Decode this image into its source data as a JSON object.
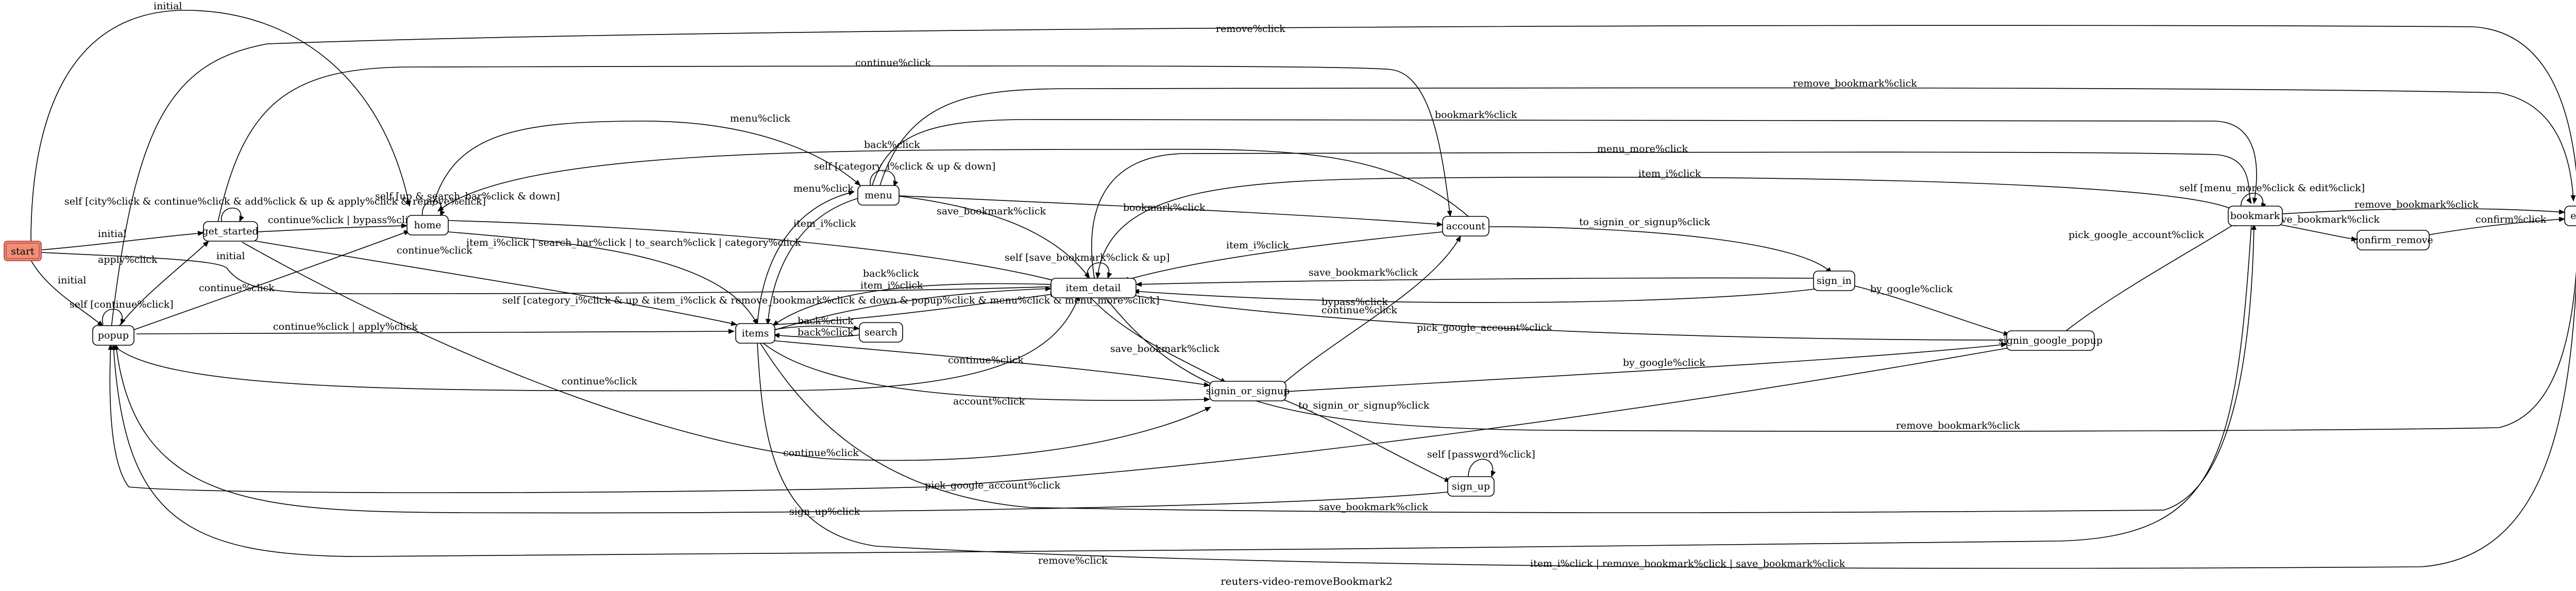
{
  "diagram": {
    "caption": "reuters-video-removeBookmark2",
    "colors": {
      "start_fill": "#f08e78",
      "start_stroke": "#b03a2e",
      "line": "#000000",
      "node_fill": "#ffffff"
    },
    "nodes": {
      "start": "start",
      "popup": "popup",
      "get_started": "get_started",
      "home": "home",
      "menu": "menu",
      "items": "items",
      "search": "search",
      "item_detail": "item_detail",
      "account": "account",
      "signin_or_signup": "signin_or_signup",
      "sign_in": "sign_in",
      "sign_up": "sign_up",
      "signin_google_popup": "signin_google_popup",
      "bookmark": "bookmark",
      "confirm_remove": "confirm_remove",
      "end": "end"
    },
    "edges": {
      "start_home": "initial",
      "start_getstarted": "initial",
      "start_popup": "initial",
      "start_itemdetail": "initial",
      "remove_click_top": "remove%click",
      "continue_click_top": "continue%click",
      "remove_bookmark_top": "remove_bookmark%click",
      "menu_click_home": "menu%click",
      "bookmark_click_menu": "bookmark%click",
      "back_click_home": "back%click",
      "menu_more_click": "menu_more%click",
      "item_i_click_bm": "item_i%click",
      "self_category_up_down": "self [category_i%click & up & down]",
      "self_gs": "self [city%click & continue%click & add%click & up & apply%click & remove%click]",
      "self_home": "self [up & search_bar%click & down]",
      "menu_click_items": "menu%click",
      "save_bookmark_menu": "save_bookmark%click",
      "bookmark_click_account": "bookmark%click",
      "continue_bypass": "continue%click | bypass%click",
      "initial_gs": "initial",
      "apply_click": "apply%click",
      "continue_click_home_items": "continue%click",
      "item_i_click_items": "item_i%click",
      "item_i_search_bar": "item_i%click | search_bar%click | to_search%click | category%click",
      "item_i_click_account": "item_i%click",
      "to_signin_or_signup": "to_signin_or_signup%click",
      "self_menu_more_edit": "self [menu_more%click & edit%click]",
      "remove_bookmark_bm_end": "remove_bookmark%click",
      "remove_bookmark_bm_cr": "remove_bookmark%click",
      "confirm_click": "confirm%click",
      "pick_google_bm": "pick_google_account%click",
      "self_continue_popup": "self [continue%click]",
      "continue_popup_home": "continue%click",
      "continue_apply": "continue%click | apply%click",
      "self_category_long": "self [category_i%click & up & item_i%click & remove_bookmark%click & down & popup%click & menu%click & menu_more%click]",
      "self_save_up": "self [save_bookmark%click & up]",
      "back_click_items": "back%click",
      "item_i_click_itemdetail": "item_i%click",
      "back_click_search": "back%click",
      "back_click_search2": "back%click",
      "save_bookmark_signin": "save_bookmark%click",
      "by_google_signin": "by_google%click",
      "continue_signin": "continue%click",
      "pick_google_gp": "pick_google_account%click",
      "bypass_click": "bypass%click",
      "continue_items_sos": "continue%click",
      "save_bookmark_id_sos": "save_bookmark%click",
      "by_google_sos": "by_google%click",
      "continue_popup_id": "continue%click",
      "account_click": "account%click",
      "to_signin_sos_signup": "to_signin_or_signup%click",
      "remove_bookmark_low": "remove_bookmark%click",
      "continue_gs_sos": "continue%click",
      "self_password": "self [password%click]",
      "pick_google_popup": "pick_google_account%click",
      "sign_up_click": "sign_up%click",
      "save_bookmark_items_bm": "save_bookmark%click",
      "remove_click_bottom": "remove%click",
      "item_i_remove_save": "item_i%click | remove_bookmark%click | save_bookmark%click"
    }
  }
}
